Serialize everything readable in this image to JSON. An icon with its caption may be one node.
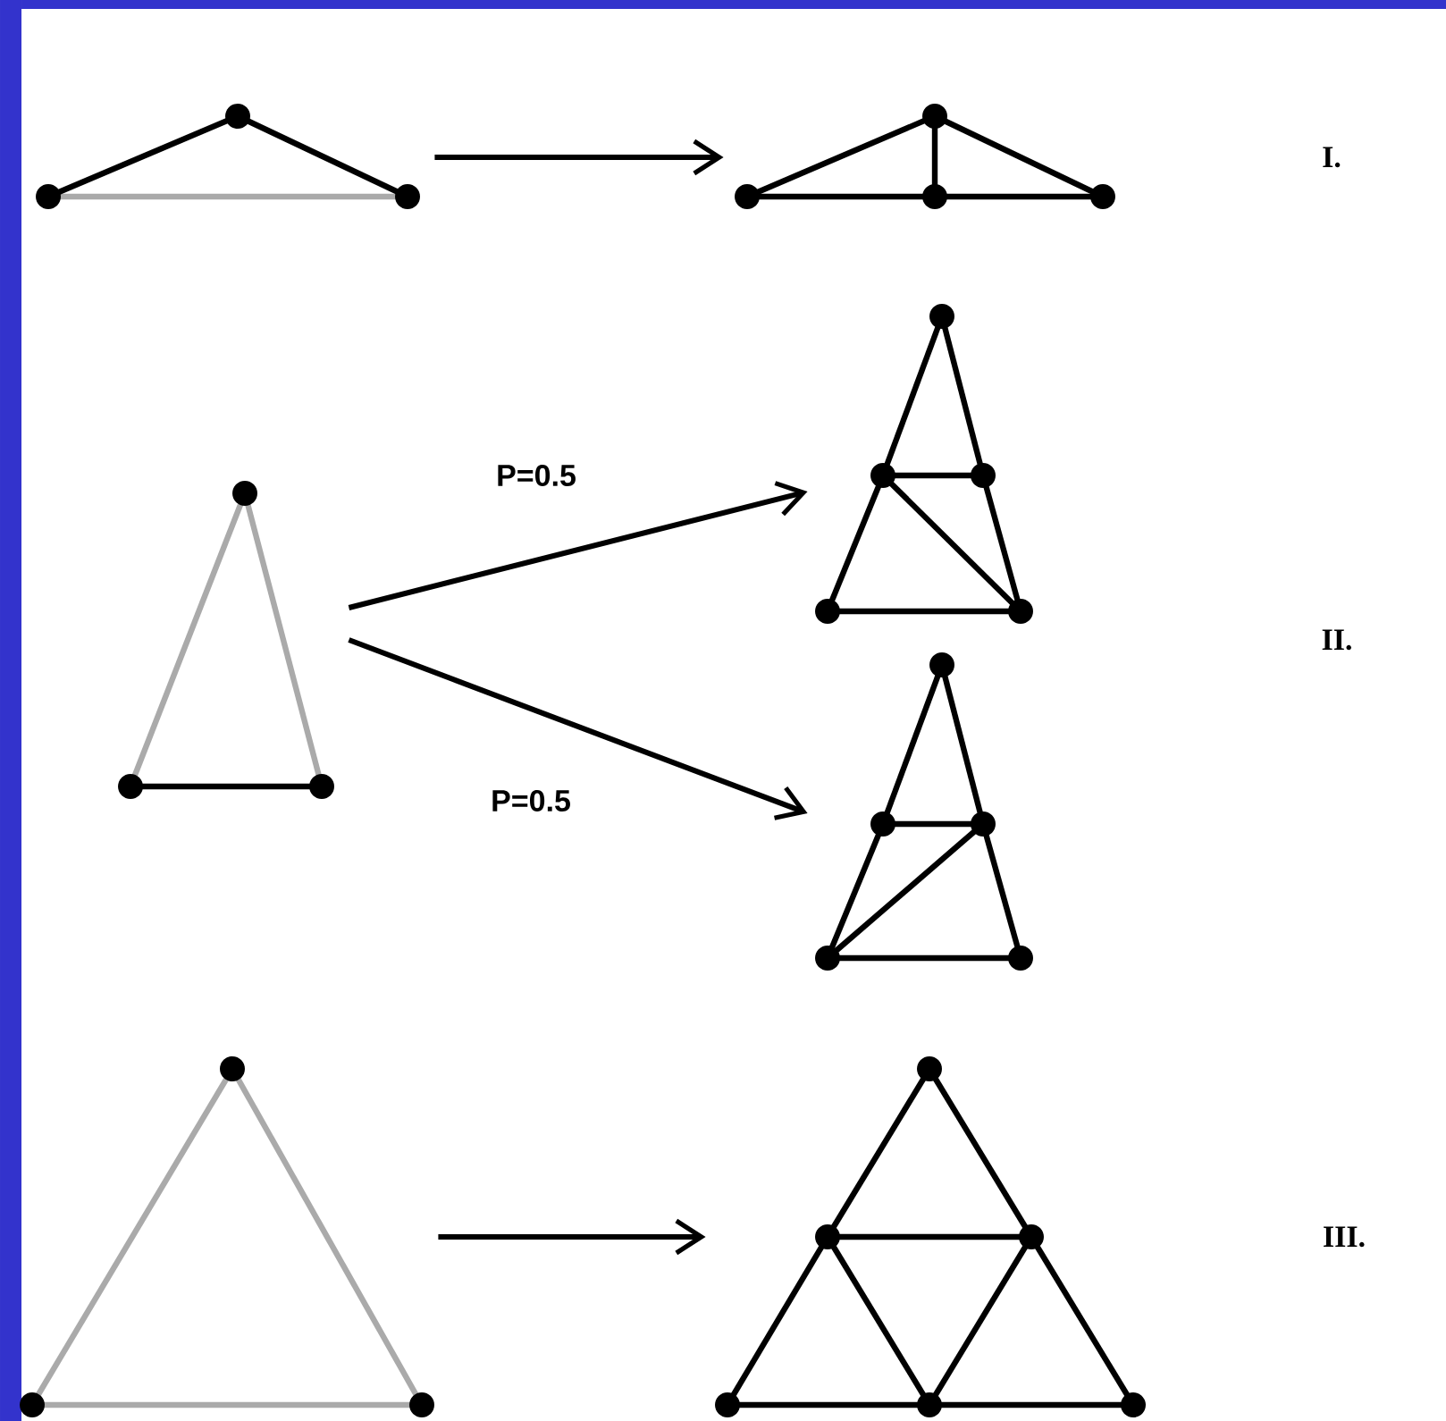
{
  "diagram": {
    "nodes": [
      {
        "text": [],
        "shape": "picture"
      },
      {
        "text": [],
        "shape": "picture"
      },
      {
        "text": [],
        "shape": "picture"
      },
      {
        "text": [],
        "shape": "picture"
      },
      {
        "text": [],
        "shape": "picture"
      },
      {
        "text": [],
        "shape": "picture"
      },
      {
        "text": [],
        "shape": "picture"
      }
    ],
    "edges": [
      {
        "from": 0,
        "to": 1,
        "arrow": "to"
      },
      {
        "from": 2,
        "to": 3,
        "arrow": "to",
        "label": "P=0.5"
      },
      {
        "from": 2,
        "to": 4,
        "arrow": "to",
        "label": "P=0.5"
      },
      {
        "from": 5,
        "to": 6,
        "arrow": "to"
      }
    ],
    "labels": [
      "I.",
      "II.",
      "III."
    ]
  }
}
